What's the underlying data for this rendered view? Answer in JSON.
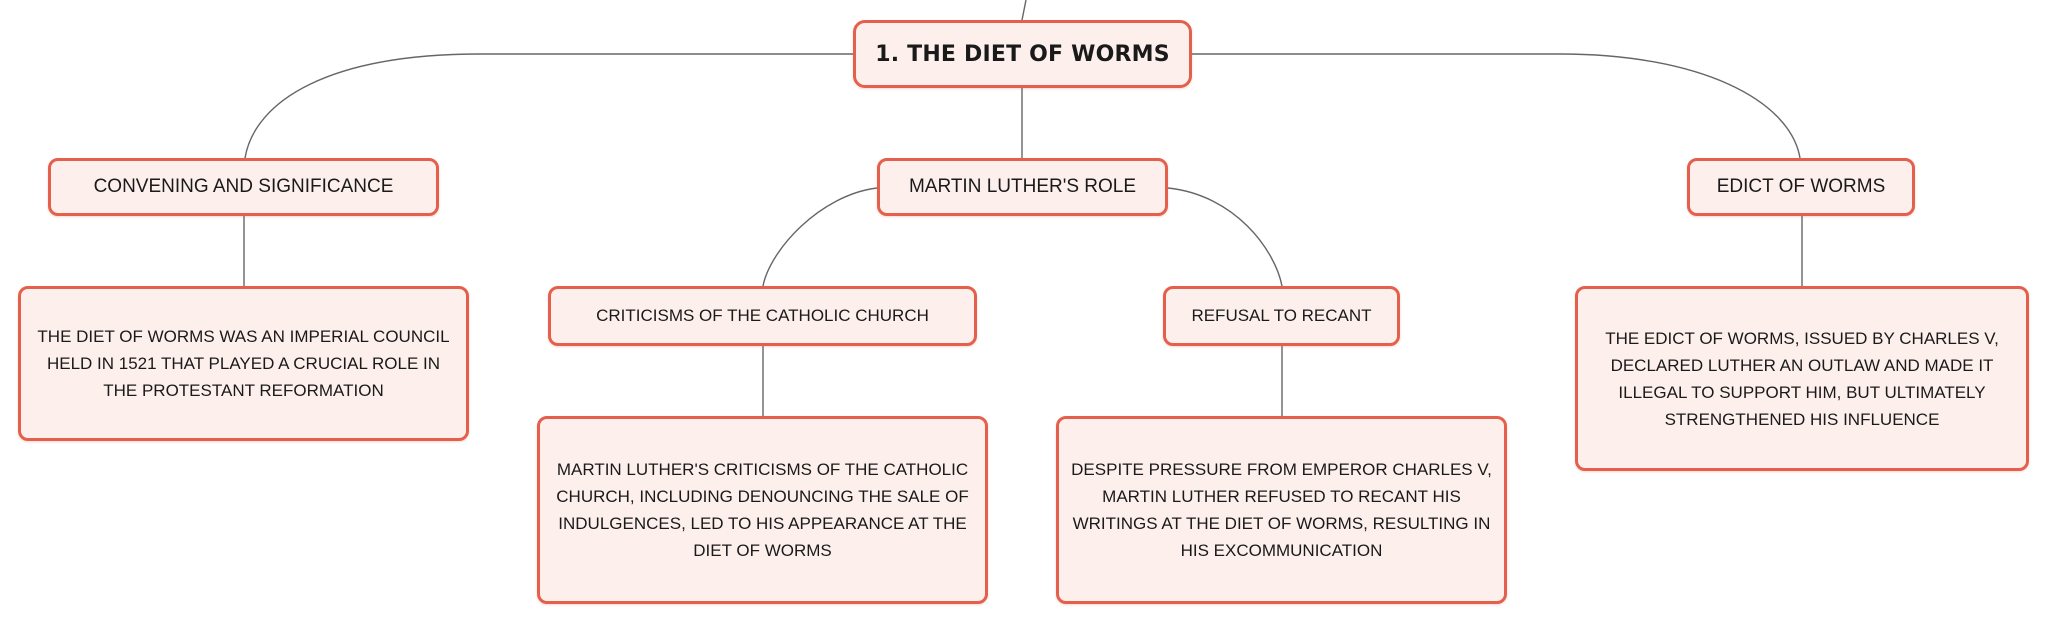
{
  "root": {
    "label": "1. THE DIET OF WORMS"
  },
  "branches": [
    {
      "label": "CONVENING AND SIGNIFICANCE",
      "detail": "THE DIET OF WORMS WAS AN IMPERIAL COUNCIL HELD IN 1521 THAT PLAYED A CRUCIAL ROLE IN THE PROTESTANT REFORMATION"
    },
    {
      "label": "MARTIN LUTHER'S ROLE",
      "children": [
        {
          "label": "CRITICISMS OF THE CATHOLIC CHURCH",
          "detail": "MARTIN LUTHER'S CRITICISMS OF THE CATHOLIC CHURCH, INCLUDING DENOUNCING THE SALE OF INDULGENCES, LED TO HIS APPEARANCE AT THE DIET OF WORMS"
        },
        {
          "label": "REFUSAL TO RECANT",
          "detail": "DESPITE PRESSURE FROM EMPEROR CHARLES V, MARTIN LUTHER REFUSED TO RECANT HIS WRITINGS AT THE DIET OF WORMS, RESULTING IN HIS EXCOMMUNICATION"
        }
      ]
    },
    {
      "label": "EDICT OF WORMS",
      "detail": "THE EDICT OF WORMS, ISSUED BY CHARLES V, DECLARED LUTHER AN OUTLAW AND MADE IT ILLEGAL TO SUPPORT HIM, BUT ULTIMATELY STRENGTHENED HIS INFLUENCE"
    }
  ],
  "colors": {
    "node_border": "#e4604c",
    "node_fill": "#fdf0ec",
    "connector": "#666666"
  }
}
